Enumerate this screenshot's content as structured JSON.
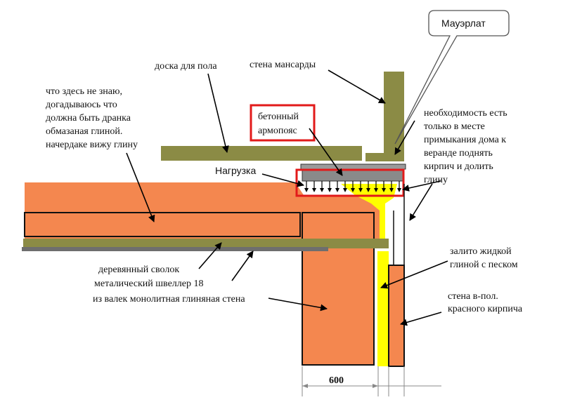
{
  "colors": {
    "brick": "#F4874F",
    "olive": "#8B8B45",
    "yellow": "#FFFF00",
    "red": "#E21A1A",
    "gray": "#8A8A8A",
    "dark_gray": "#6E6E6E",
    "outline": "#000000"
  },
  "labels": {
    "mauerlat": "Мауэрлат",
    "floor_board": "доска для пола",
    "attic_wall": "стена мансарды",
    "unknown_here": [
      "что здесь не знаю,",
      "догадываюсь что",
      "должна быть дранка",
      "обмазаная глиной.",
      "начердаке вижу глину"
    ],
    "concrete_belt": [
      "бетонный",
      "армопояс"
    ],
    "load": "Нагрузка",
    "necessity": [
      "необходимость есть",
      "только в  месте",
      "примыкания дома к",
      "веранде поднять",
      "кирпич и долить",
      "глину"
    ],
    "wood_joist": "деревянный сволок",
    "metal_channel": "металический швеллер 18",
    "clay_wall": "из валек монолитная глиняная стена",
    "filled_clay": [
      "залито жидкой",
      "глиной с песком"
    ],
    "brick_wall": [
      "стена в-пол.",
      "красного кирпича"
    ],
    "dimension": "600"
  }
}
